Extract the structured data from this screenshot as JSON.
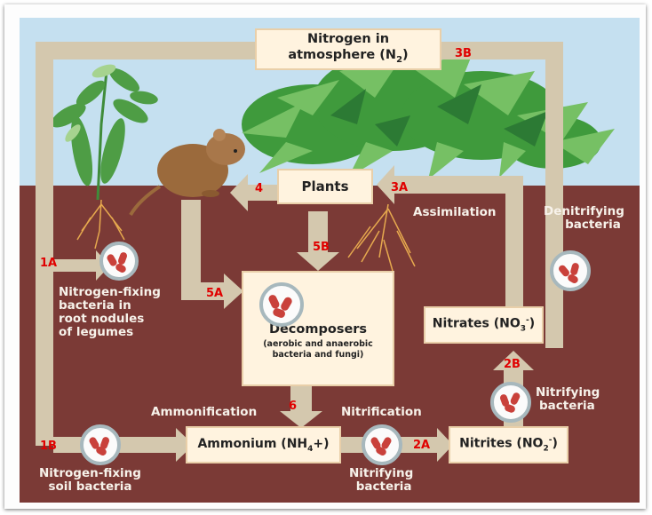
{
  "boxes": {
    "atmosphere_line1": "Nitrogen in",
    "atmosphere_line2_pre": "atmosphere (N",
    "atmosphere_line2_sub": "2",
    "atmosphere_line2_post": ")",
    "plants": "Plants",
    "decomposers_title": "Decomposers",
    "decomposers_sub1": "(aerobic and anaerobic",
    "decomposers_sub2": "bacteria and fungi)",
    "nitrates_pre": "Nitrates (NO",
    "nitrates_sub": "3",
    "nitrates_sup": "-",
    "nitrates_post": ")",
    "ammonium_pre": "Ammonium (NH",
    "ammonium_sub": "4",
    "ammonium_post": "+)",
    "nitrites_pre": "Nitrites (NO",
    "nitrites_sub": "2",
    "nitrites_sup": "-",
    "nitrites_post": ")"
  },
  "labels": {
    "assimilation": "Assimilation",
    "denitrifying_1": "Denitrifying",
    "denitrifying_2": "bacteria",
    "fixing_nodules_1": "Nitrogen-fixing",
    "fixing_nodules_2": "bacteria in",
    "fixing_nodules_3": "root nodules",
    "fixing_nodules_4": "of legumes",
    "ammonification": "Ammonification",
    "nitrification": "Nitrification",
    "nitrifying_right_1": "Nitrifying",
    "nitrifying_right_2": "bacteria",
    "nitrifying_bottom_1": "Nitrifying",
    "nitrifying_bottom_2": "bacteria",
    "fixing_soil_1": "Nitrogen-fixing",
    "fixing_soil_2": "soil bacteria"
  },
  "steps": {
    "s1A": "1A",
    "s1B": "1B",
    "s2A": "2A",
    "s2B": "2B",
    "s3A": "3A",
    "s3B": "3B",
    "s4": "4",
    "s5A": "5A",
    "s5B": "5B",
    "s6": "6"
  },
  "colors": {
    "sky": "#c5e0f0",
    "soil": "#7b3a36",
    "arrow": "#d4c8ae",
    "box_fill": "#fff3df",
    "step_number": "#e00000",
    "label_text": "#f7f2ea"
  },
  "icons": [
    "rodent-icon",
    "legume-plant-icon",
    "tree-foliage-icon",
    "mushroom-icon",
    "bacteria-cell-icon"
  ]
}
